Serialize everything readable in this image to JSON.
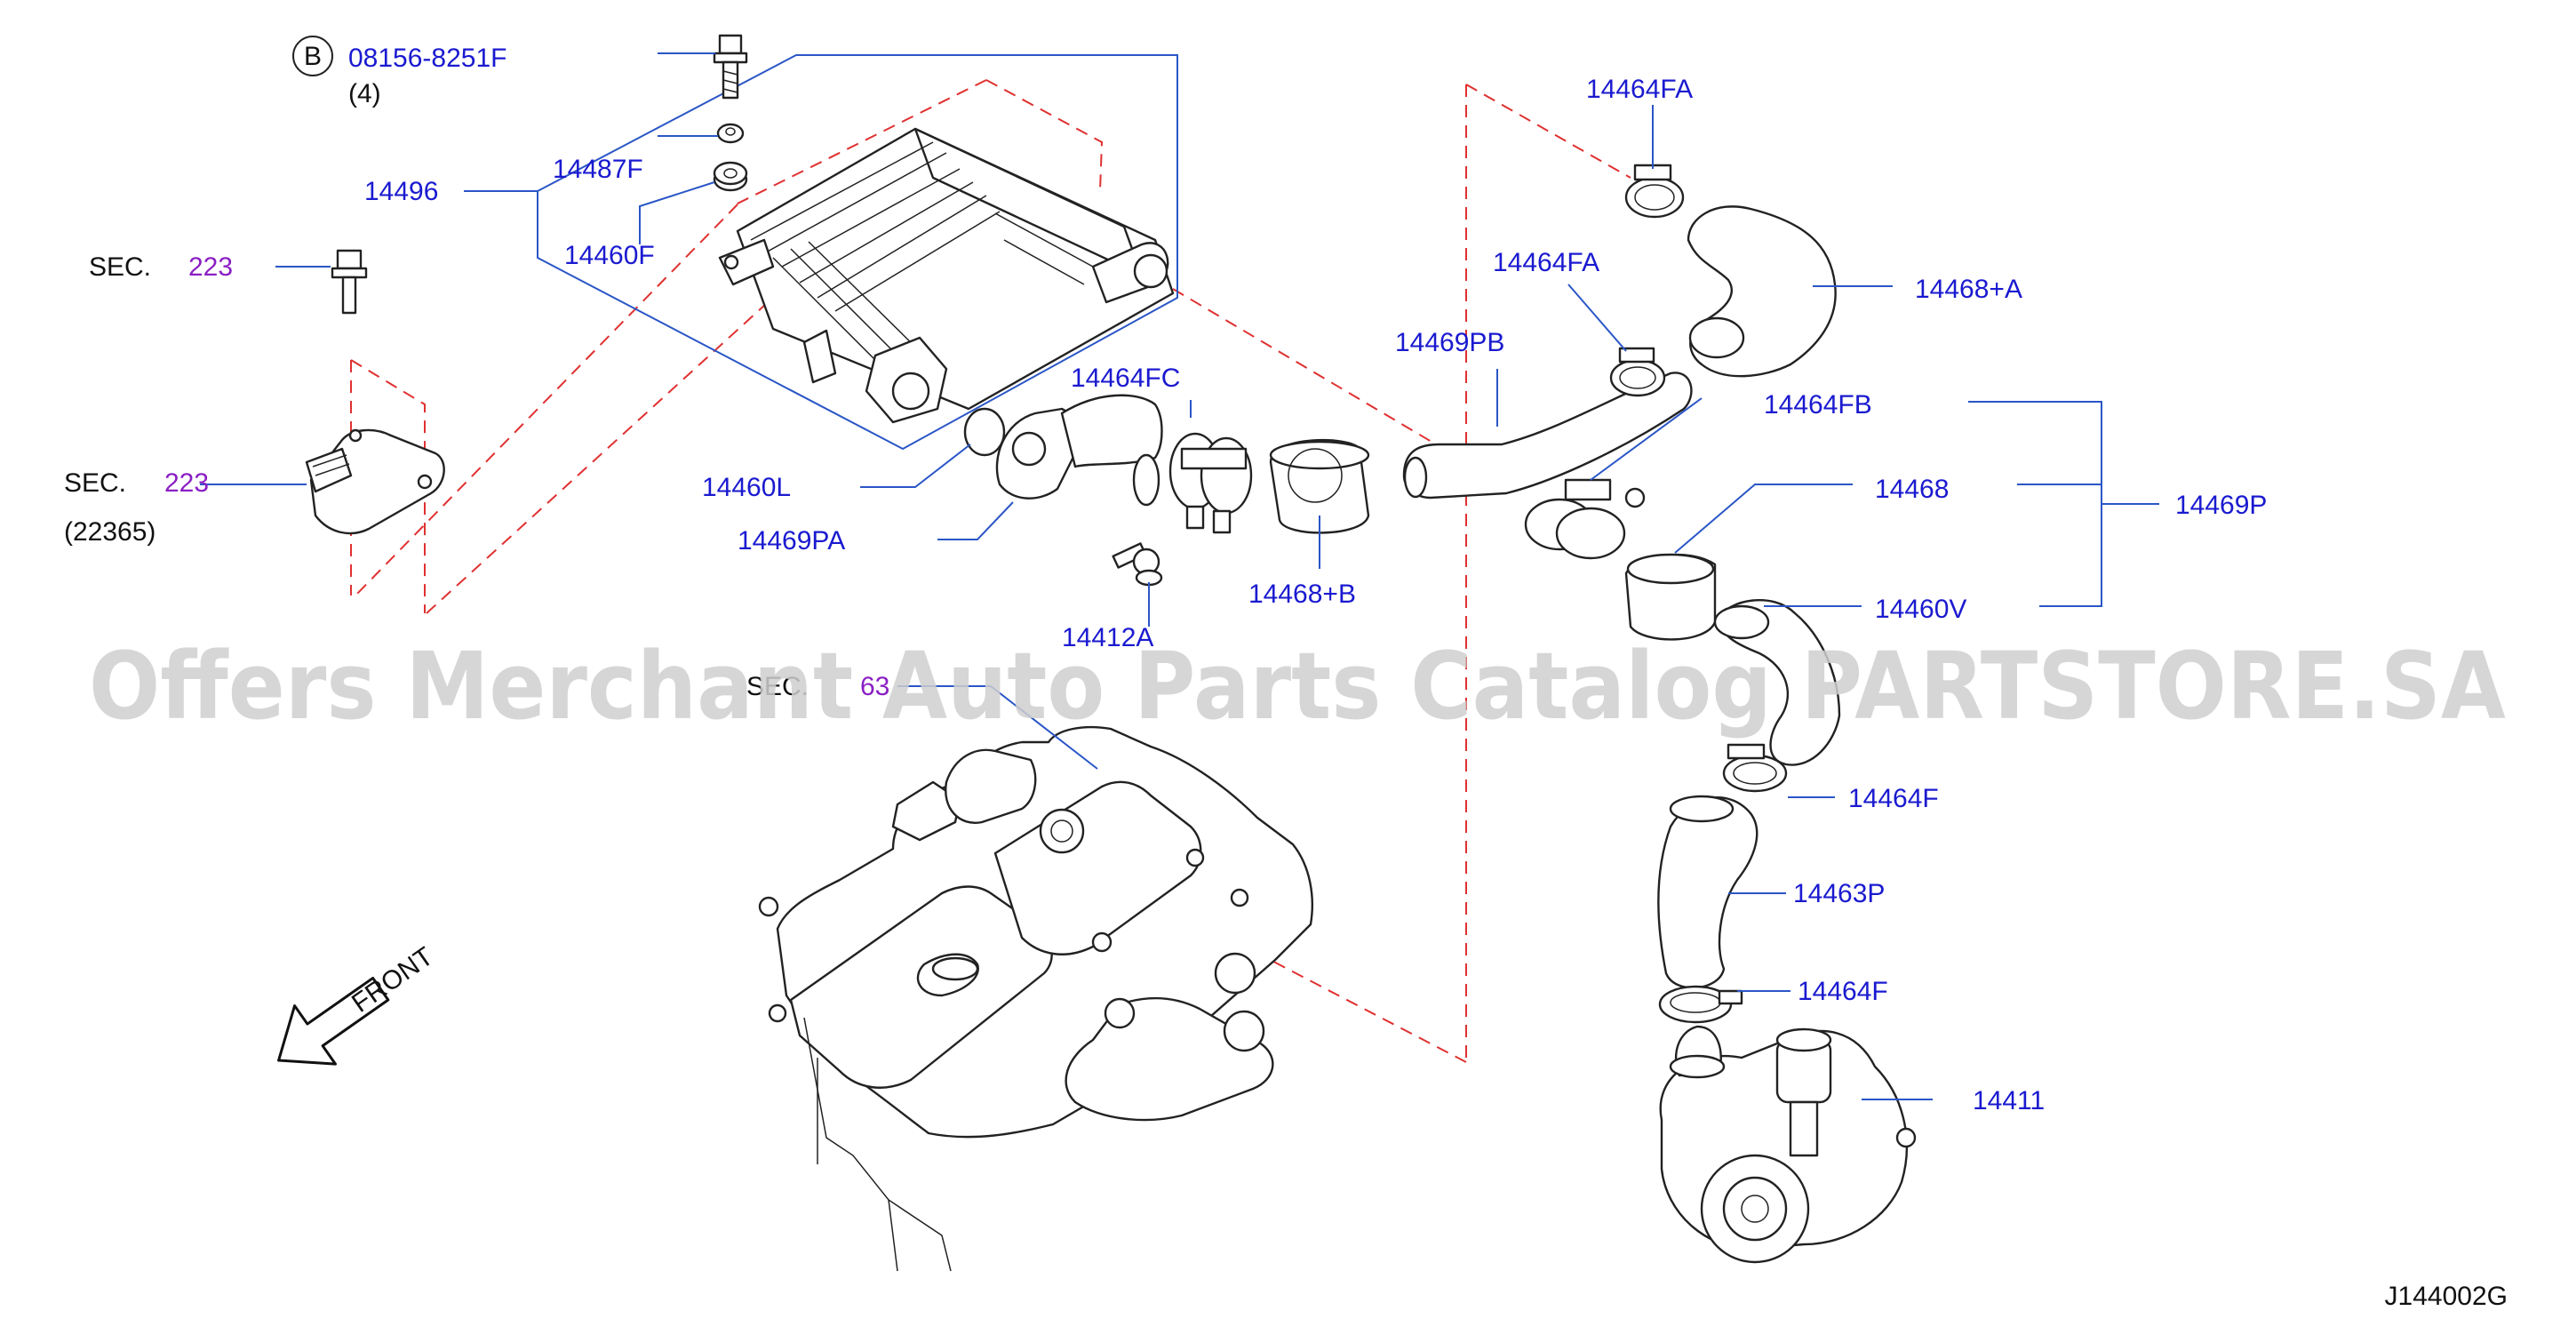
{
  "watermark": "Offers Merchant Auto Parts Catalog PARTSTORE.SA",
  "diagram_id": "J144002G",
  "front_label": "FRONT",
  "bolt_marker": "B",
  "labels": {
    "p08156": "08156-8251F",
    "qty4": "(4)",
    "p14487F": "14487F",
    "p14496": "14496",
    "p14460F": "14460F",
    "sec1_prefix": "SEC.",
    "sec1_num": "223",
    "sec2_prefix": "SEC.",
    "sec2_num": "223",
    "p22365": "(22365)",
    "p14460L": "14460L",
    "p14469PA": "14469PA",
    "p14464FC": "14464FC",
    "p14468B": "14468+B",
    "p14412A": "14412A",
    "sec3_prefix": "SEC.",
    "sec3_num": "63",
    "p14469PB": "14469PB",
    "p14464FA_top": "14464FA",
    "p14464FA_mid": "14464FA",
    "p14468A": "14468+A",
    "p14464FB": "14464FB",
    "p14468": "14468",
    "p14460V": "14460V",
    "p14469P": "14469P",
    "p14464F_upper": "14464F",
    "p14463P": "14463P",
    "p14464F_lower": "14464F",
    "p14411": "14411"
  }
}
